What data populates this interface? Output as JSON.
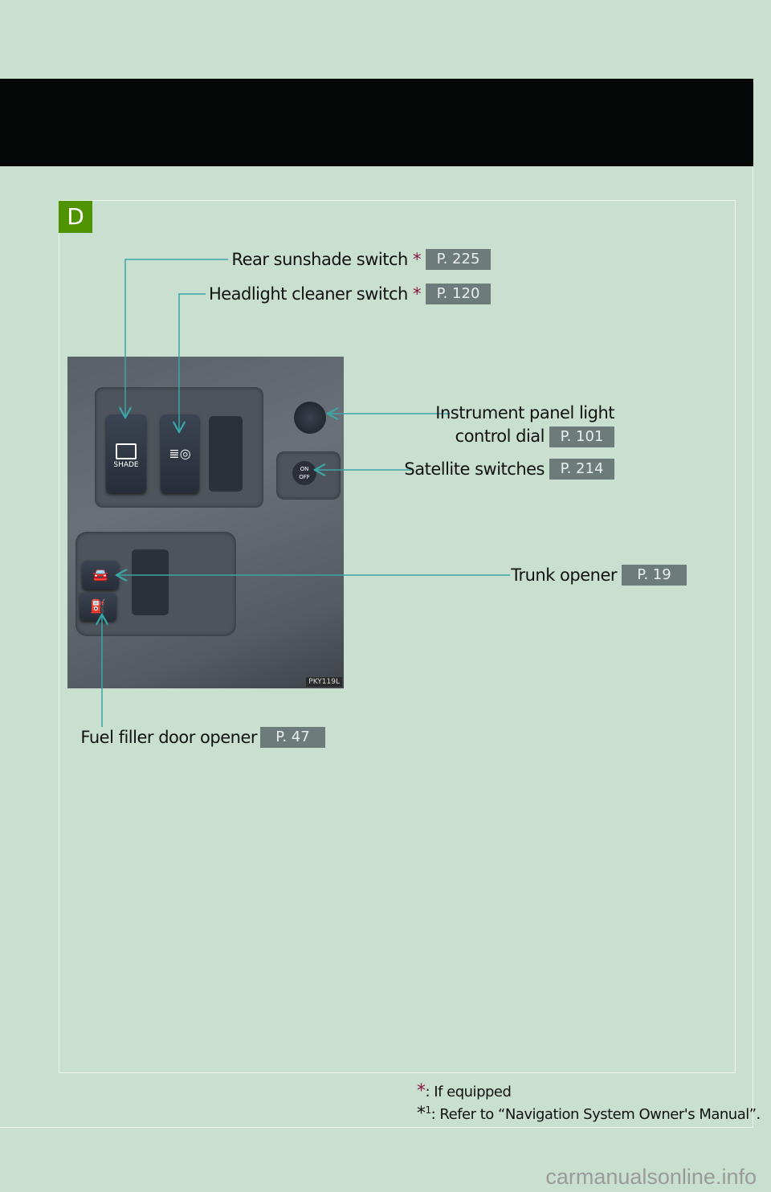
{
  "section_letter": "D",
  "photo_code": "PKY119L",
  "switch_labels": {
    "shade": "SHADE",
    "on": "ON",
    "off": "OFF"
  },
  "callouts": [
    {
      "label": "Rear sunshade switch",
      "star": "*",
      "page": "P. 225"
    },
    {
      "label": "Headlight cleaner switch",
      "star": "*",
      "page": "P. 120"
    },
    {
      "label_line1": "Instrument panel light",
      "label_line2": "control dial",
      "page": "P. 101"
    },
    {
      "label": "Satellite switches",
      "page": "P. 214"
    },
    {
      "label": "Trunk opener",
      "page": "P. 19"
    },
    {
      "label": "Fuel filler door opener",
      "page": "P. 47"
    }
  ],
  "footnotes": {
    "star1": "*",
    "note1": ": If equipped",
    "star2": "*",
    "sup2": "1",
    "note2": ": Refer to “Navigation System Owner's Manual”."
  },
  "watermark": "carmanualsonline.info",
  "colors": {
    "accent_green": "#4f9400",
    "leader": "#3aa6a6",
    "badge": "#6e7b7b",
    "star": "#8a1640"
  }
}
